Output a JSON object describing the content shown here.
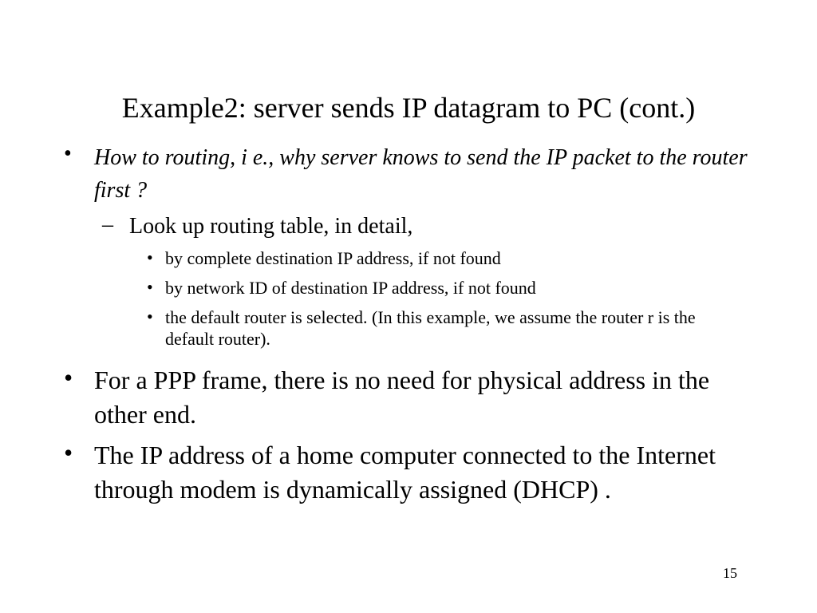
{
  "slide": {
    "title": "Example2: server sends IP datagram to PC (cont.)",
    "bullet_glyph": "•",
    "dash_glyph": "–",
    "bullets": {
      "b1": "How to routing, i e., why server knows to send the IP packet to the router first ?",
      "b1_sub": "Look up routing table, in detail,",
      "b1_sub_items": [
        "by complete destination IP address, if not found",
        "by network ID of destination IP address, if not found",
        "the default router is selected. (In this example, we assume the router r is the default router)."
      ],
      "b2": "For a PPP frame, there is no need for physical address in the other end.",
      "b3": "The IP address of  a home computer connected to the Internet through modem is dynamically assigned (DHCP) ."
    },
    "page_number": "15"
  }
}
